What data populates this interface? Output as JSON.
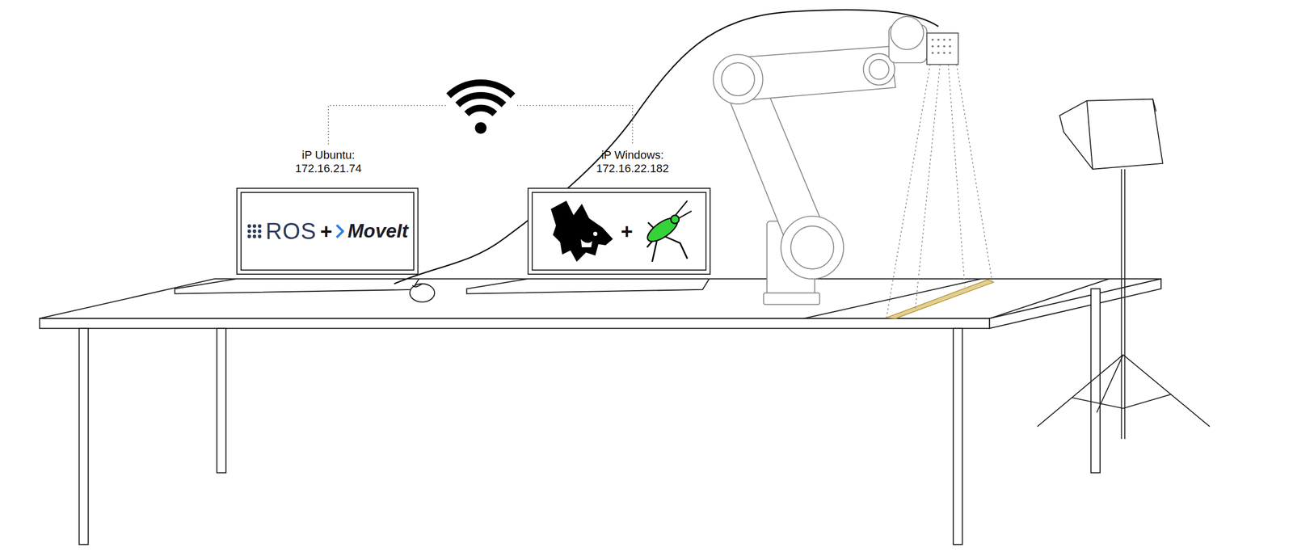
{
  "diagram": {
    "nodes": [
      {
        "text": [
          "iP Ubuntu: 172.16.21.74",
          "ROS",
          "+",
          "MoveIt"
        ]
      },
      {
        "text": [
          "iP Windows: 172.16.22.182",
          "+"
        ]
      }
    ],
    "edges": [
      {
        "from": 0,
        "to": 1,
        "arrow": "none"
      }
    ]
  }
}
